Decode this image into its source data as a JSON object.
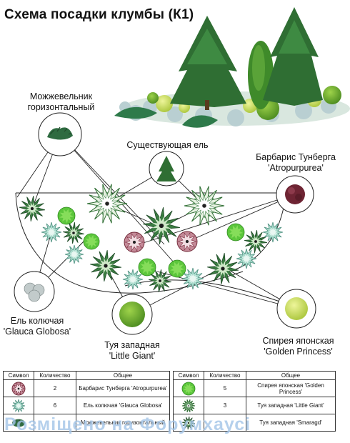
{
  "title": "Схема посадки клумбы (К1)",
  "labels": {
    "juniper": [
      "Можжевельник",
      "горизонтальный"
    ],
    "spruce_existing": [
      "Существующая ель"
    ],
    "barberry": [
      "Барбарис Тунберга",
      "'Atropurpurea'"
    ],
    "glauca": [
      "Ель колючая",
      "'Glauca Globosa'"
    ],
    "thuja": [
      "Туя западная",
      "'Little Giant'"
    ],
    "spiraea": [
      "Спирея японская",
      "'Golden Princess'"
    ]
  },
  "legend": {
    "headers": [
      "Символ",
      "Количество",
      "Общее"
    ],
    "left": [
      {
        "symbol": "barberry-icon",
        "qty": "2",
        "name": "Барбарис Тунберга 'Atropurpurea'"
      },
      {
        "symbol": "glauca-icon",
        "qty": "6",
        "name": "Ель колючая 'Glauca Globosa'"
      },
      {
        "symbol": "juniper-icon",
        "qty": "",
        "name": "Можжевельник горизонтальный"
      }
    ],
    "right": [
      {
        "symbol": "spiraea-icon",
        "qty": "5",
        "name": "Спирея японская 'Golden Princess'"
      },
      {
        "symbol": "thuja-icon",
        "qty": "3",
        "name": "Туя западная 'Little Giant'"
      },
      {
        "symbol": "smaragd-icon",
        "qty": "",
        "name": "Туя западная 'Smaragd'"
      }
    ]
  },
  "watermark": "Розміщено на Форумхаусі",
  "colors": {
    "conifer_dark": "#2f6e33",
    "conifer_light": "#cfe3c8",
    "spiraea": "#58c23a",
    "barberry": "#7a2a3c",
    "glauca": "#9fd7c4",
    "frame": "#333333"
  }
}
